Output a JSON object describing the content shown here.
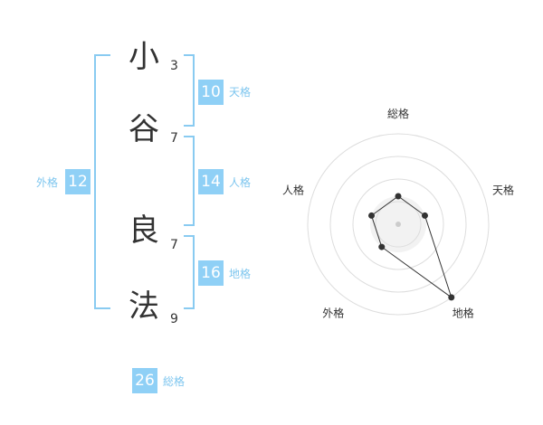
{
  "name": {
    "chars": [
      {
        "char": "小",
        "strokes": "3"
      },
      {
        "char": "谷",
        "strokes": "7"
      },
      {
        "char": "良",
        "strokes": "7"
      },
      {
        "char": "法",
        "strokes": "9"
      }
    ]
  },
  "fortunes": {
    "tenkaku": {
      "value": "10",
      "label": "天格"
    },
    "jinkaku": {
      "value": "14",
      "label": "人格"
    },
    "chikaku": {
      "value": "16",
      "label": "地格"
    },
    "gaikaku": {
      "value": "12",
      "label": "外格"
    },
    "soukaku": {
      "value": "26",
      "label": "総格"
    }
  },
  "colors": {
    "accent": "#8fd0f6",
    "bracket": "#89cbf1",
    "label": "#7ec6ef",
    "text": "#333333"
  },
  "chart_data": {
    "type": "radar",
    "axes": [
      "総格",
      "天格",
      "地格",
      "外格",
      "人格"
    ],
    "values": [
      0.31,
      0.31,
      1.0,
      0.31,
      0.31
    ],
    "grid_rings": 4
  }
}
